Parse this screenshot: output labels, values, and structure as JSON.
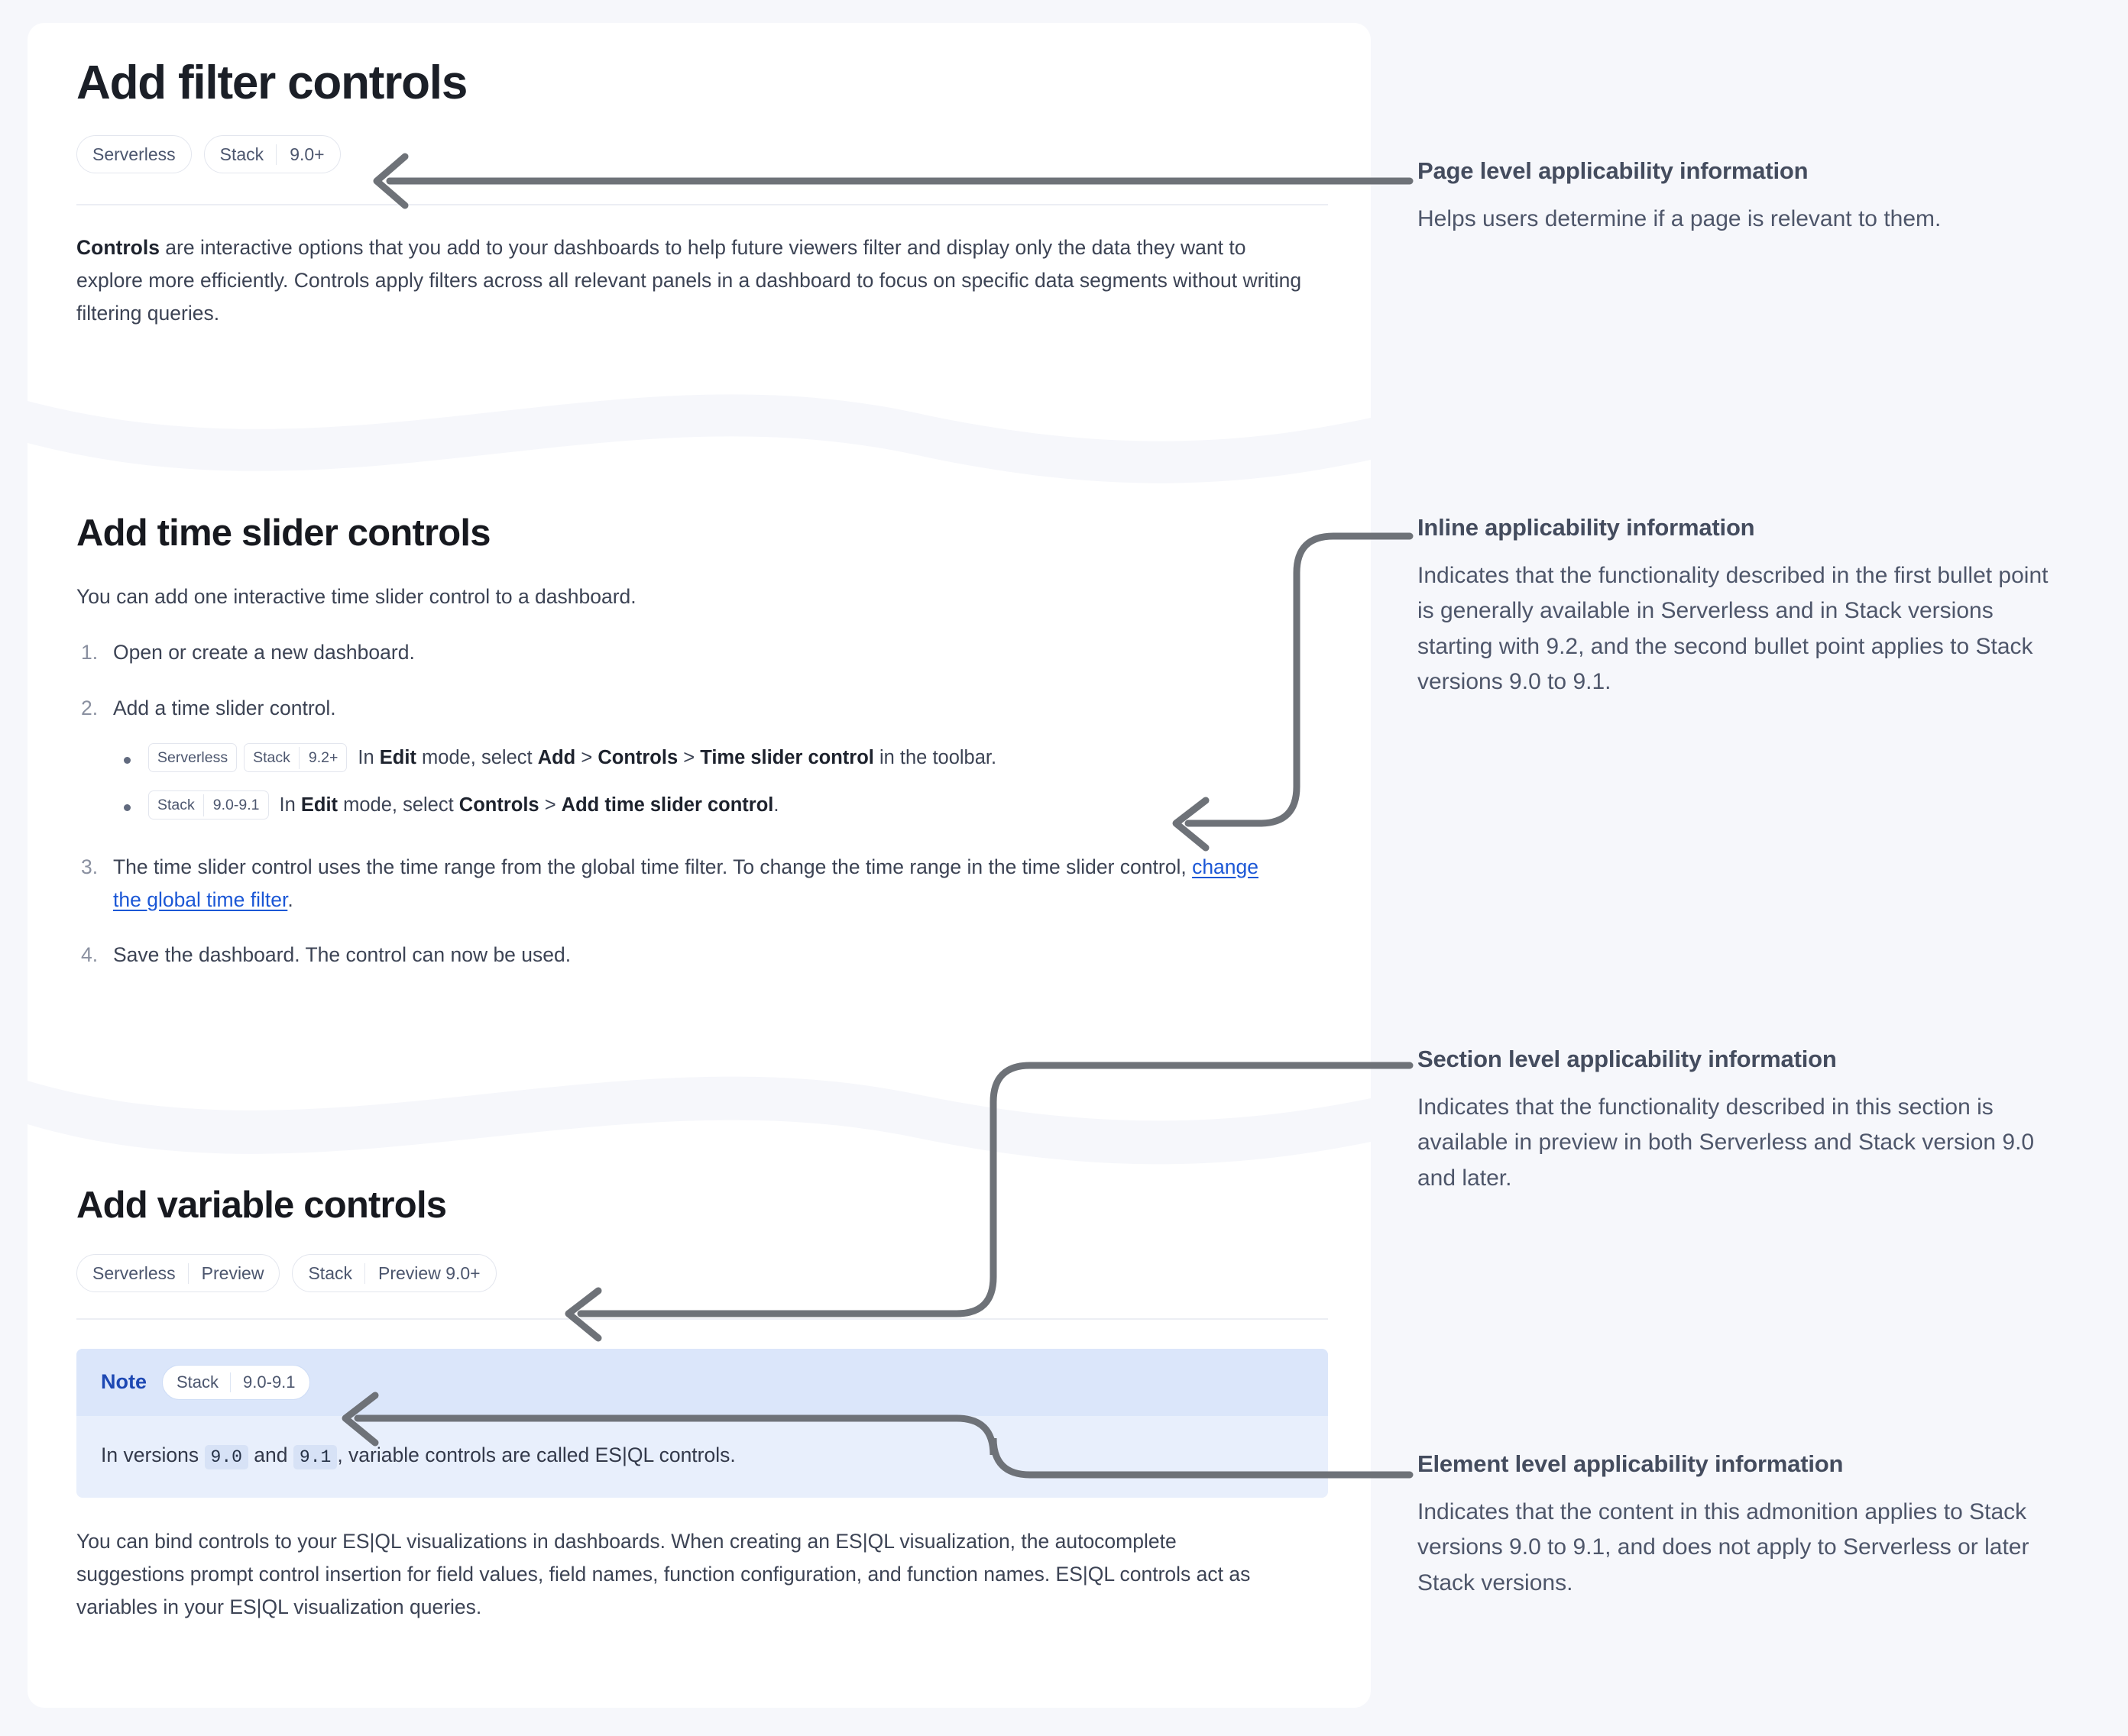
{
  "doc": {
    "page_title": "Add filter controls",
    "page_badges": [
      {
        "segments": [
          "Serverless"
        ]
      },
      {
        "segments": [
          "Stack",
          "9.0+"
        ]
      }
    ],
    "intro": {
      "lead": "Controls",
      "rest": " are interactive options that you add to your dashboards to help future viewers filter and display only the data they want to explore more efficiently. Controls apply filters across all relevant panels in a dashboard to focus on specific data segments without writing filtering queries."
    },
    "time_slider": {
      "title": "Add time slider controls",
      "intro": "You can add one interactive time slider control to a dashboard.",
      "step1": {
        "num": "1.",
        "text": "Open or create a new dashboard."
      },
      "step2": {
        "num": "2.",
        "text": "Add a time slider control."
      },
      "bullets": [
        {
          "badges": [
            {
              "segments": [
                "Serverless"
              ]
            },
            {
              "segments": [
                "Stack",
                "9.2+"
              ]
            }
          ],
          "parts": [
            {
              "t": "In ",
              "b": false
            },
            {
              "t": "Edit",
              "b": true
            },
            {
              "t": " mode, select ",
              "b": false
            },
            {
              "t": "Add",
              "b": true
            },
            {
              "t": " > ",
              "b": false
            },
            {
              "t": "Controls",
              "b": true
            },
            {
              "t": " > ",
              "b": false
            },
            {
              "t": "Time slider control",
              "b": true
            },
            {
              "t": " in the toolbar.",
              "b": false
            }
          ]
        },
        {
          "badges": [
            {
              "segments": [
                "Stack",
                "9.0-9.1"
              ]
            }
          ],
          "parts": [
            {
              "t": "In ",
              "b": false
            },
            {
              "t": "Edit",
              "b": true
            },
            {
              "t": " mode, select ",
              "b": false
            },
            {
              "t": "Controls",
              "b": true
            },
            {
              "t": " > ",
              "b": false
            },
            {
              "t": "Add time slider control",
              "b": true
            },
            {
              "t": ".",
              "b": false
            }
          ]
        }
      ],
      "step3": {
        "num": "3.",
        "pre": "The time slider control uses the time range from the global time filter. To change the time range in the time slider control, ",
        "link": "change the global time filter",
        "post": "."
      },
      "step4": {
        "num": "4.",
        "text": "Save the dashboard. The control can now be used."
      }
    },
    "variable": {
      "title": "Add variable controls",
      "badges": [
        {
          "segments": [
            "Serverless",
            "Preview"
          ]
        },
        {
          "segments": [
            "Stack",
            "Preview 9.0+"
          ]
        }
      ],
      "note": {
        "label": "Note",
        "badge": {
          "segments": [
            "Stack",
            "9.0-9.1"
          ]
        },
        "body_pre": "In versions ",
        "code1": "9.0",
        "body_mid": " and ",
        "code2": "9.1",
        "body_post": ", variable controls are called ES|QL controls."
      },
      "paragraph": "You can bind controls to your ES|QL visualizations in dashboards. When creating an ES|QL visualization, the autocomplete suggestions prompt control insertion for field values, field names, function configuration, and function names. ES|QL controls act as variables in your ES|QL visualization queries."
    }
  },
  "annotations": [
    {
      "title": "Page level applicability information",
      "text": "Helps users determine if a page is relevant to them."
    },
    {
      "title": "Inline applicability information",
      "text": "Indicates that the functionality described in the first bullet point is generally available in Serverless and in Stack versions starting with 9.2, and the second bullet point applies to Stack versions 9.0 to 9.1."
    },
    {
      "title": "Section level applicability information",
      "text": "Indicates that the functionality described in this section is available in preview in both Serverless and Stack version 9.0 and later."
    },
    {
      "title": "Element level applicability information",
      "text": "Indicates that the content in this admonition applies to Stack versions 9.0 to 9.1, and does not apply to Serverless or later Stack versions."
    }
  ],
  "colors": {
    "page_background": "#f6f7fb",
    "panel_background": "#ffffff",
    "connector": "#6e7278",
    "link": "#1b57d6",
    "note_header": "#dbe6fa",
    "note_body": "#e8effc",
    "note_label": "#1d48b3"
  }
}
